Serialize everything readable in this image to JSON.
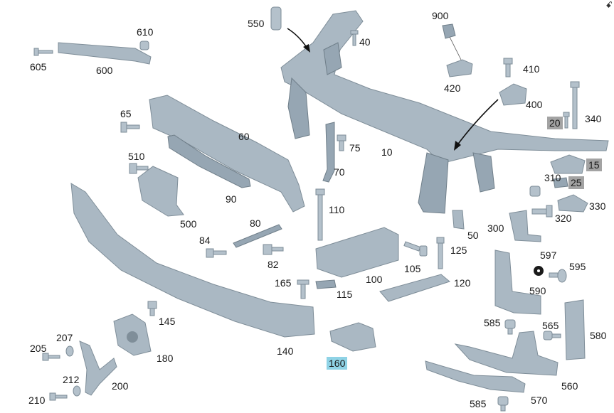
{
  "corner_mark": "ꗃ",
  "labels": {
    "p550": "550",
    "p40": "40",
    "p900": "900",
    "p610": "610",
    "p605": "605",
    "p600": "600",
    "p420": "420",
    "p410": "410",
    "p400": "400",
    "p340": "340",
    "p20": "20",
    "p65": "65",
    "p60": "60",
    "p75": "75",
    "p10": "10",
    "p510": "510",
    "p70": "70",
    "p15": "15",
    "p310": "310",
    "p25": "25",
    "p90": "90",
    "p330": "330",
    "p110": "110",
    "p320": "320",
    "p500": "500",
    "p80": "80",
    "p50": "50",
    "p300": "300",
    "p84": "84",
    "p125": "125",
    "p597": "597",
    "p82": "82",
    "p105": "105",
    "p595": "595",
    "p100": "100",
    "p165": "165",
    "p120": "120",
    "p590": "590",
    "p115": "115",
    "p145": "145",
    "p585a": "585",
    "p565": "565",
    "p580": "580",
    "p207": "207",
    "p180": "180",
    "p140": "140",
    "p205": "205",
    "p160": "160",
    "p212": "212",
    "p200": "200",
    "p560": "560",
    "p210": "210",
    "p570": "570",
    "p585b": "585"
  },
  "highlight_colors": {
    "gray": "#a3a3a3",
    "blue": "#8fd3e6"
  },
  "part_color": "#aab8c3"
}
